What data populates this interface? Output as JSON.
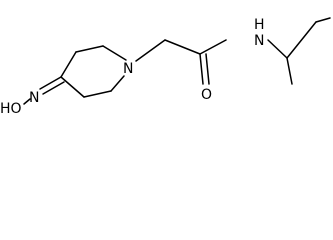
{
  "molecule": {
    "atoms": {
      "hydroxyl": "HO",
      "oxime_nitrogen": "N",
      "ring_nitrogen": "N",
      "carbonyl_oxygen": "O",
      "amide_nitrogen": "N",
      "amide_hydrogen": "H"
    }
  },
  "colors": {
    "bond": "#000000",
    "label": "#000000",
    "background": "#ffffff"
  }
}
